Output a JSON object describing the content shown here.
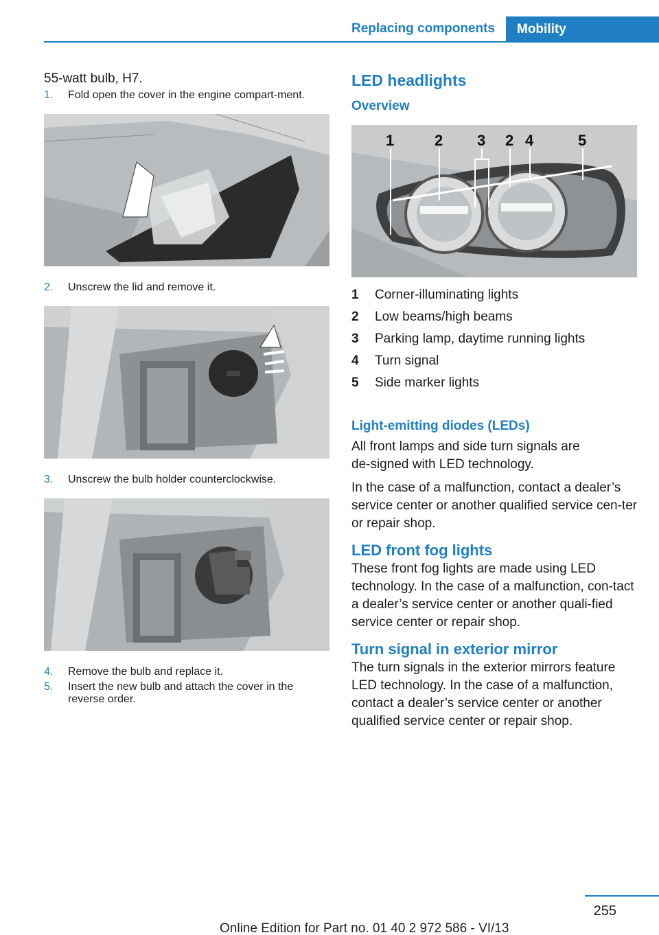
{
  "header": {
    "section": "Replacing components",
    "chapter": "Mobility"
  },
  "left": {
    "intro": "55‑watt bulb, H7.",
    "steps": [
      {
        "num": "1.",
        "text": "Fold open the cover in the engine compart‑ment."
      },
      {
        "num": "2.",
        "text": "Unscrew the lid and remove it."
      },
      {
        "num": "3.",
        "text": "Unscrew the bulb holder counterclockwise."
      },
      {
        "num": "4.",
        "text": "Remove the bulb and replace it."
      },
      {
        "num": "5.",
        "text": "Insert the new bulb and attach the cover in the reverse order."
      }
    ]
  },
  "right": {
    "title": "LED headlights",
    "overview": "Overview",
    "callouts": [
      "1",
      "2",
      "3",
      "2",
      "4",
      "5"
    ],
    "legend": [
      {
        "n": "1",
        "text": "Corner‑illuminating lights"
      },
      {
        "n": "2",
        "text": "Low beams/high beams"
      },
      {
        "n": "3",
        "text": "Parking lamp, daytime running lights"
      },
      {
        "n": "4",
        "text": "Turn signal"
      },
      {
        "n": "5",
        "text": "Side marker lights"
      }
    ],
    "leds_heading": "Light‑emitting diodes (LEDs)",
    "leds_p1": "All front lamps and side turn signals are de‑signed with LED technology.",
    "leds_p2": "In the case of a malfunction, contact a dealer’s service center or another qualified service cen‑ter or repair shop.",
    "fog_heading": "LED front fog lights",
    "fog_p": "These front fog lights are made using LED technology. In the case of a malfunction, con‑tact a dealer’s service center or another quali‑fied service center or repair shop.",
    "mirror_heading": "Turn signal in exterior mirror",
    "mirror_p": "The turn signals in the exterior mirrors feature LED technology. In the case of a malfunction, contact a dealer’s service center or another qualified service center or repair shop."
  },
  "footer": {
    "page": "255",
    "online": "Online Edition for Part no. 01 40 2 972 586 - VI/13"
  }
}
